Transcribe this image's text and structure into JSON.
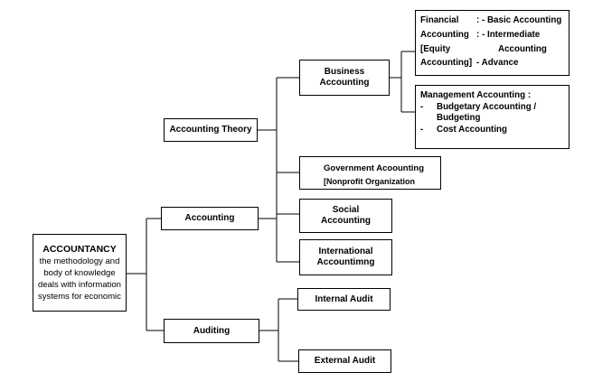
{
  "nodes": {
    "root": {
      "title": "ACCOUNTANCY",
      "description": [
        "the methodology and",
        "body of knowledge",
        "deals with information",
        "systems for economic"
      ]
    },
    "accounting_theory": {
      "label": "Accounting Theory"
    },
    "accounting": {
      "label": "Accounting"
    },
    "auditing": {
      "label": "Auditing"
    },
    "business_accounting": {
      "lines": [
        "Business",
        "Accounting"
      ]
    },
    "financial_accounting": {
      "rows": [
        [
          "Financial",
          ": - Basic Accounting"
        ],
        [
          "Accounting",
          ": - Intermediate"
        ],
        [
          "[Equity",
          "Accounting"
        ],
        [
          "Accounting]",
          "- Advance"
        ]
      ]
    },
    "management_accounting": {
      "title": "Management Accounting :",
      "items": [
        {
          "dash": "-",
          "text": "Budgetary Accounting /"
        },
        {
          "dash": "",
          "text": "Budgeting"
        },
        {
          "dash": "-",
          "text": "Cost Accounting"
        }
      ]
    },
    "government_accounting": {
      "title": "Government Acoounting",
      "subtitle": "[Nonprofit Organization"
    },
    "social_accounting": {
      "lines": [
        "Social",
        "Accounting"
      ]
    },
    "international_accounting": {
      "lines": [
        "International",
        "Accountimng"
      ]
    },
    "internal_audit": {
      "label": "Internal Audit"
    },
    "external_audit": {
      "label": "External Audit"
    }
  },
  "colors": {
    "line": "#000000",
    "box_fill": "#ffffff",
    "text": "#000000"
  }
}
